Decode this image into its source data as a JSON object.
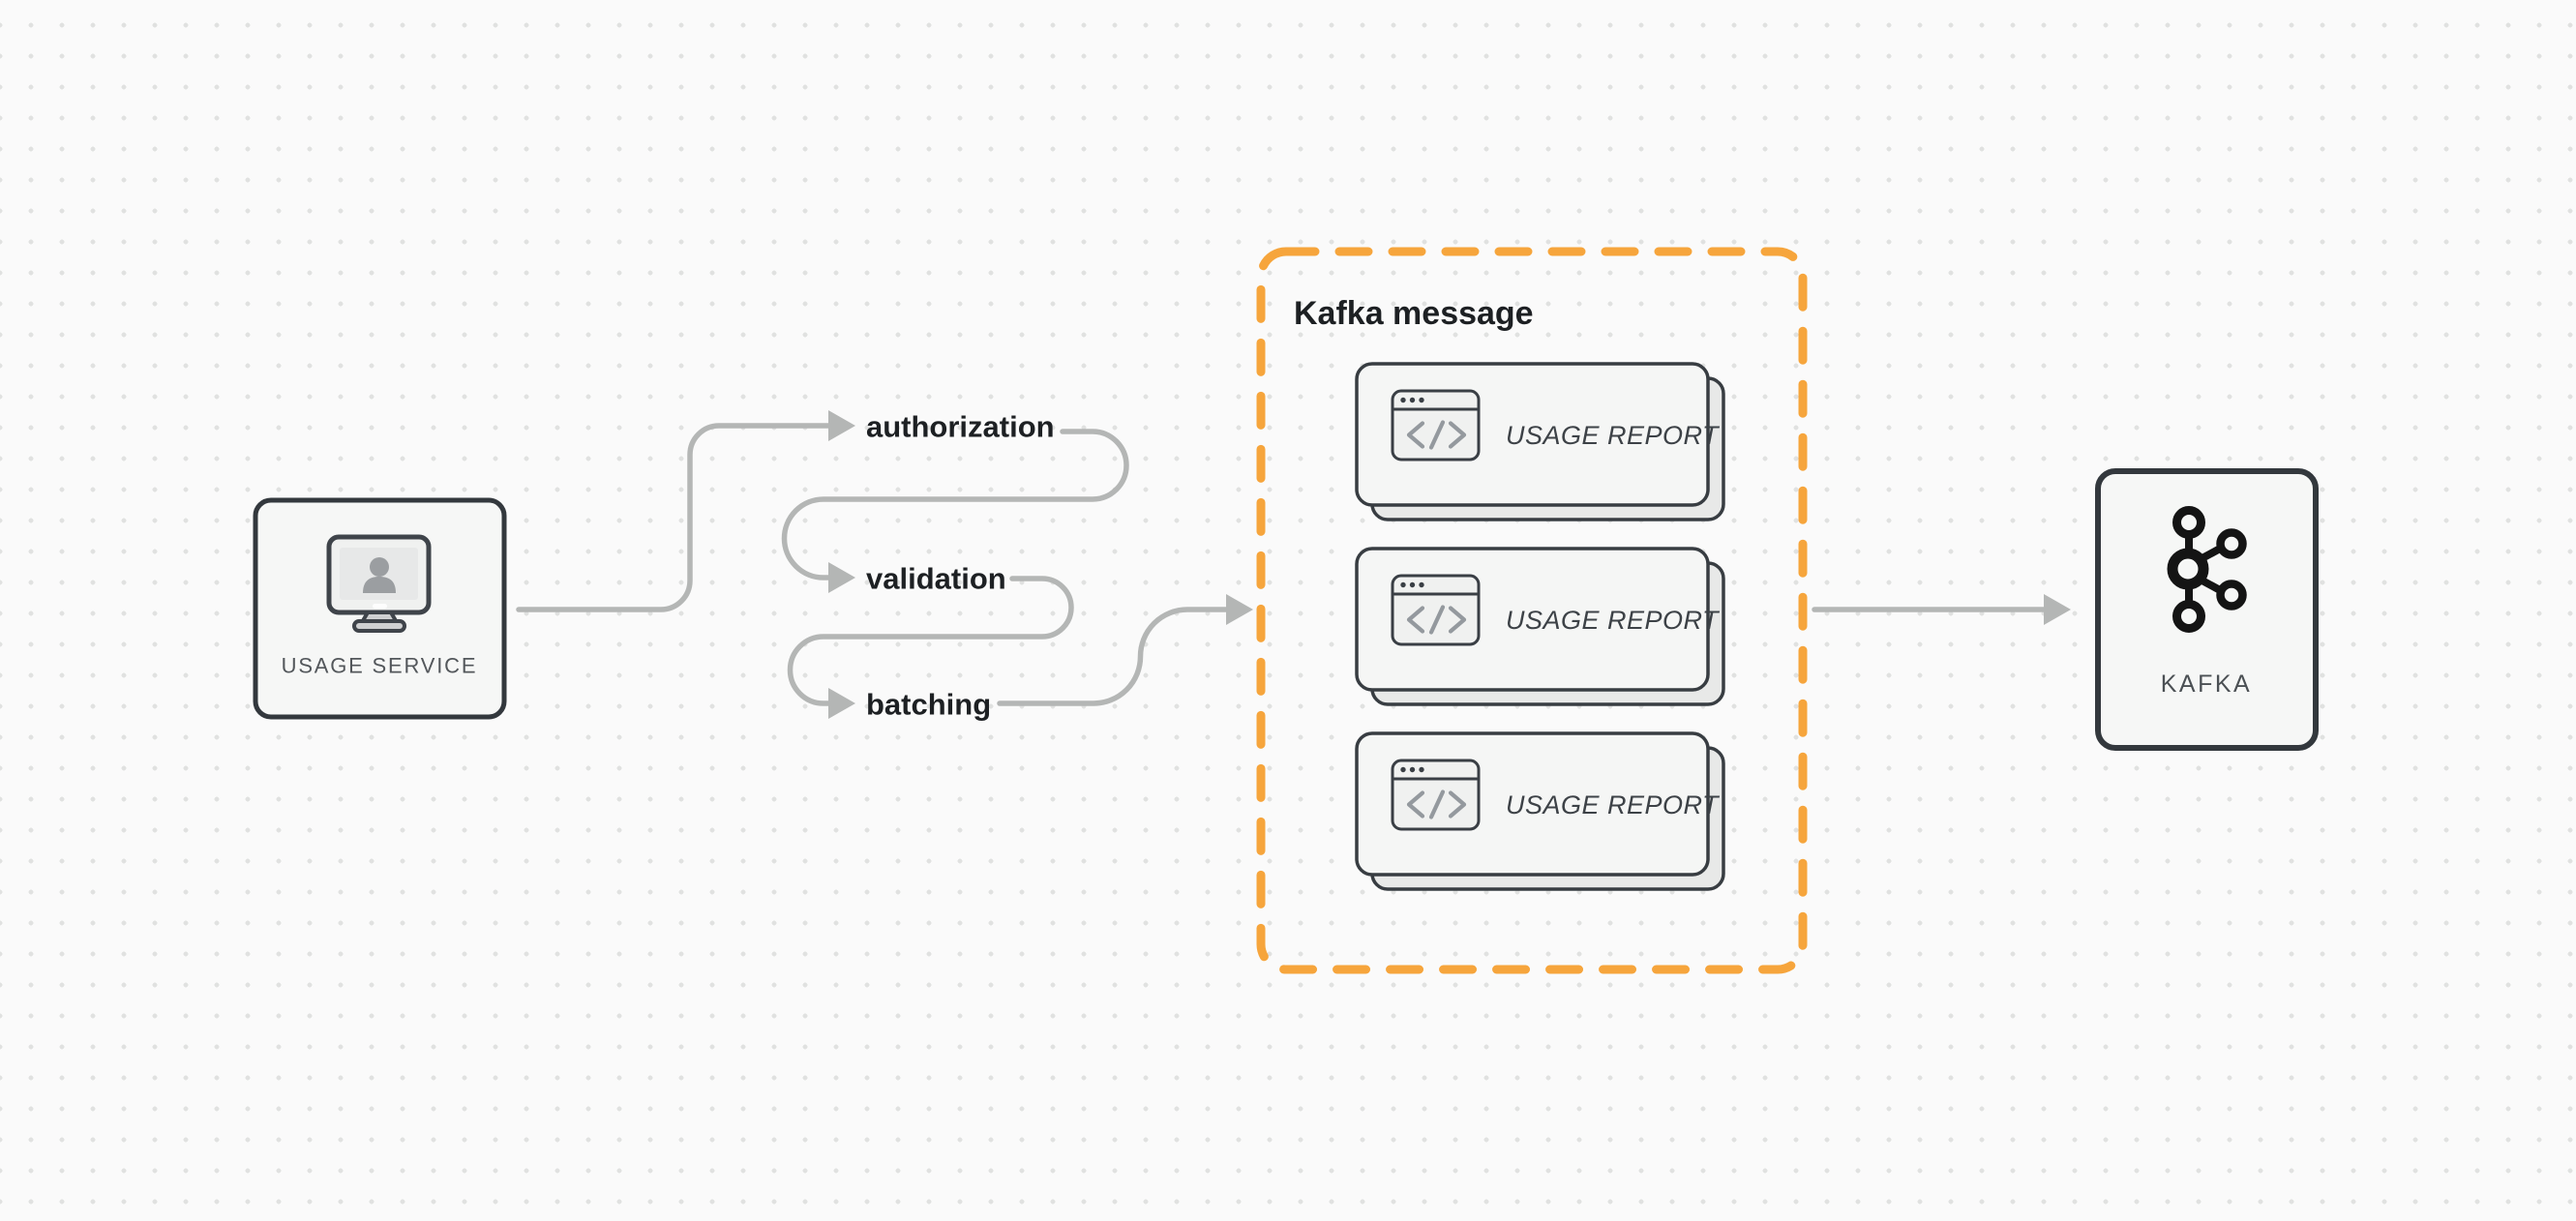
{
  "canvas": {
    "background_color": "#fafafa",
    "dot_grid_color": "#e0e1e0"
  },
  "colors": {
    "accent_orange": "#F6A53C",
    "arrow_gray": "#b4b6b5",
    "node_border": "#33383d",
    "node_fill": "#f6f7f6",
    "label_dark": "#1d2023",
    "label_muted": "#53575b"
  },
  "nodes": {
    "usage_service": {
      "label": "USAGE SERVICE",
      "icon": "monitor-user-icon"
    },
    "kafka": {
      "label": "KAFKA",
      "icon": "kafka-logo-icon"
    }
  },
  "pipeline": {
    "steps": [
      {
        "label": "authorization"
      },
      {
        "label": "validation"
      },
      {
        "label": "batching"
      }
    ]
  },
  "message_group": {
    "title": "Kafka message",
    "cards": [
      {
        "label": "USAGE REPORT",
        "icon": "code-window-icon"
      },
      {
        "label": "USAGE REPORT",
        "icon": "code-window-icon"
      },
      {
        "label": "USAGE REPORT",
        "icon": "code-window-icon"
      }
    ]
  }
}
